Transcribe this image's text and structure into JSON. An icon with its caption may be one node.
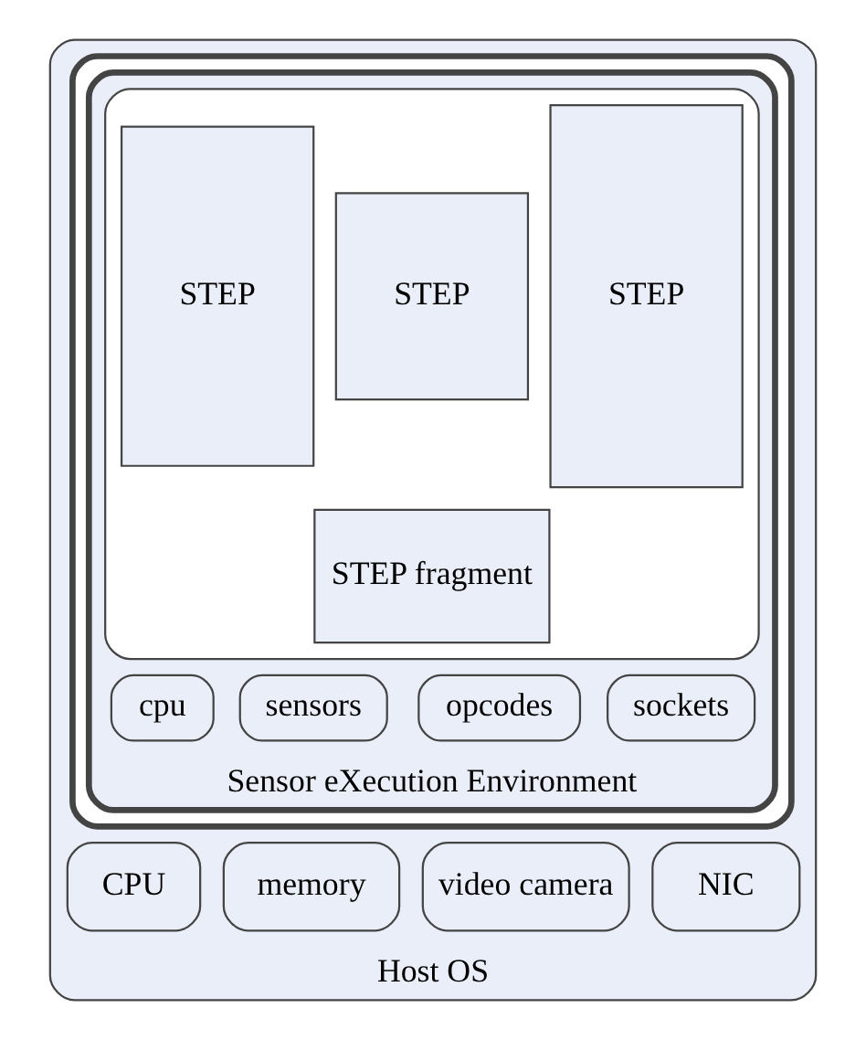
{
  "diagram": {
    "nodes": [
      {
        "text": [
          "Host OS"
        ]
      },
      {
        "text": [],
        "shape": "box",
        "in": 0
      },
      {
        "text": [
          "Sensor eXecution Environment"
        ],
        "in": 1
      },
      {
        "text": [],
        "shape": "box",
        "in": 2
      },
      {
        "text": [
          "STEP"
        ],
        "in": 3
      },
      {
        "text": [
          "STEP"
        ],
        "in": 3
      },
      {
        "text": [
          "STEP fragment"
        ],
        "in": 3
      },
      {
        "text": [
          "STEP"
        ],
        "in": 3
      },
      {
        "text": [
          "cpu"
        ],
        "in": 2
      },
      {
        "text": [
          "sensors"
        ],
        "in": 2
      },
      {
        "text": [
          "opcodes"
        ],
        "in": 2
      },
      {
        "text": [
          "sockets"
        ],
        "in": 2
      },
      {
        "text": [
          "CPU"
        ],
        "in": 0
      },
      {
        "text": [
          "memory"
        ],
        "in": 0
      },
      {
        "text": [
          "video camera"
        ],
        "in": 0
      },
      {
        "text": [
          "NIC"
        ],
        "in": 0
      }
    ]
  }
}
